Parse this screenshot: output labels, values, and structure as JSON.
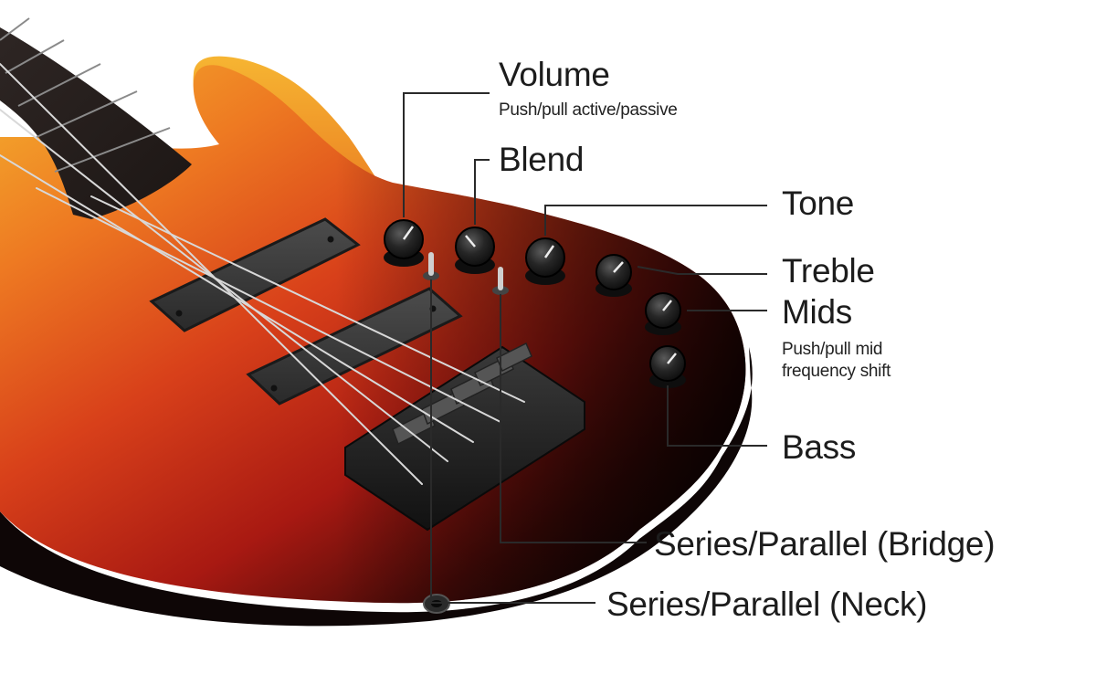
{
  "diagram": {
    "labels": {
      "volume": {
        "title": "Volume",
        "note": "Push/pull active/passive"
      },
      "blend": {
        "title": "Blend"
      },
      "tone": {
        "title": "Tone"
      },
      "treble": {
        "title": "Treble"
      },
      "mids": {
        "title": "Mids",
        "note_line1": "Push/pull mid",
        "note_line2": "frequency shift"
      },
      "bass": {
        "title": "Bass"
      },
      "series_bridge": {
        "title": "Series/Parallel (Bridge)"
      },
      "series_neck": {
        "title": "Series/Parallel (Neck)"
      }
    },
    "colors": {
      "body_top": "#f2a12a",
      "body_mid": "#d8461a",
      "body_low": "#a51512",
      "body_dark": "#170808",
      "hardware": "#1e1e1e",
      "leader": "#2a2a2a",
      "text": "#1c1c1c"
    }
  }
}
